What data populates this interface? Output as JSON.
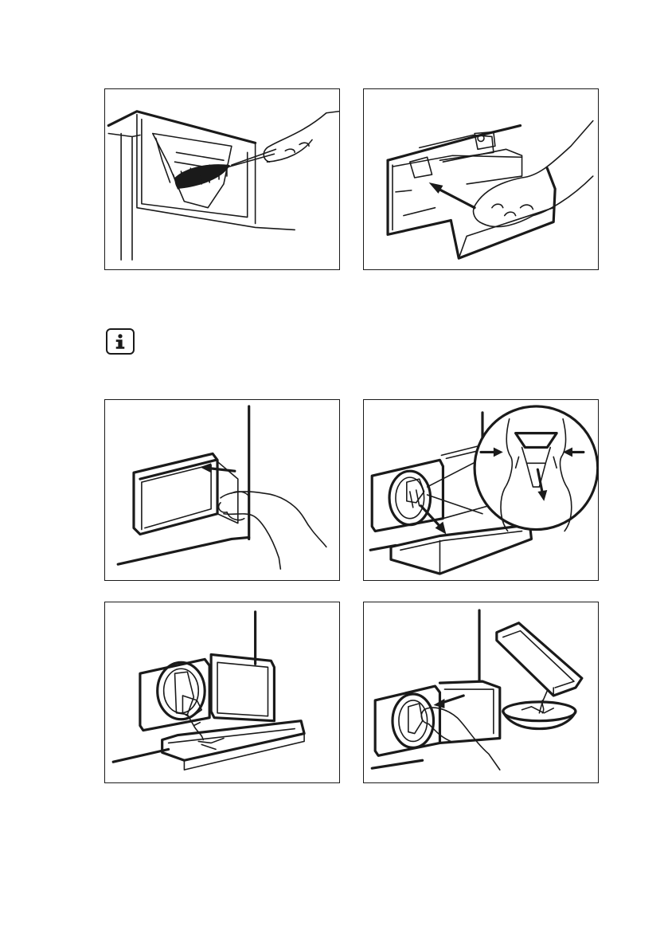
{
  "info_notice": {
    "icon": "info-icon",
    "glyph": "i"
  },
  "illustrations": [
    {
      "id": "clean-dispenser-recess-brush",
      "icon": "brush-in-dispenser-recess"
    },
    {
      "id": "insert-dispenser-drawer",
      "icon": "hand-pushing-drawer"
    },
    {
      "id": "open-filter-door",
      "icon": "hand-opening-hatch"
    },
    {
      "id": "pull-out-emergency-hose",
      "icon": "emergency-hose-detail"
    },
    {
      "id": "drain-water-into-container",
      "icon": "water-draining-into-tray"
    },
    {
      "id": "empty-container-and-close-filter",
      "icon": "tray-emptied-into-bowl"
    }
  ],
  "colors": {
    "ink": "#1a1a1a",
    "background": "#ffffff"
  }
}
